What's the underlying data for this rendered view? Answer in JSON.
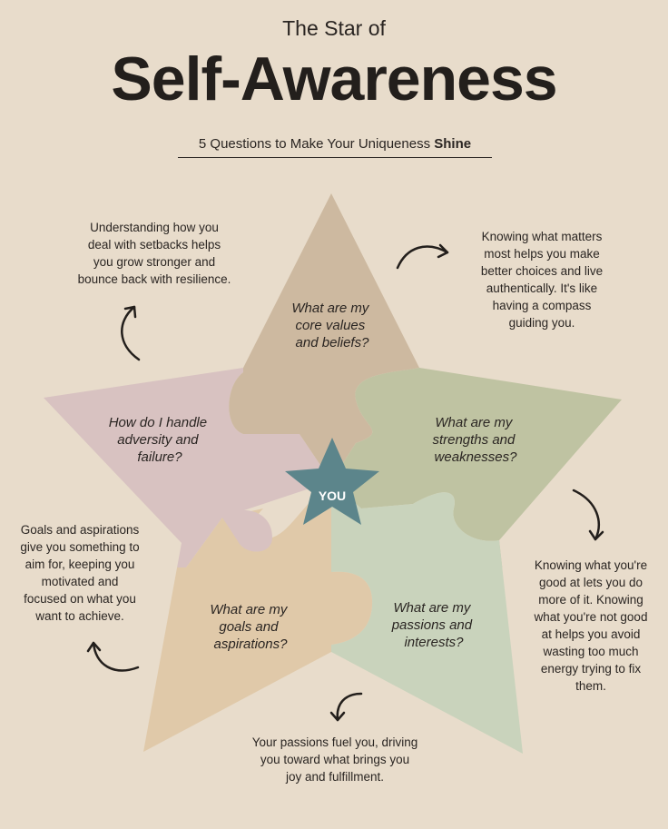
{
  "header": {
    "kicker": "The Star of",
    "title": "Self-Awareness",
    "tagline_prefix": "5 Questions to Make Your Uniqueness ",
    "tagline_emphasis": "Shine"
  },
  "center_label": "YOU",
  "colors": {
    "background": "#e8dccb",
    "top_piece": "#cdb9a0",
    "right_piece": "#bfc3a2",
    "bottom_right_piece": "#c9d3bc",
    "bottom_left_piece": "#e0c9a9",
    "left_piece": "#d8c2c1",
    "center_star": "#5c858b"
  },
  "questions": {
    "values": [
      "What are my",
      "core values",
      "and beliefs?"
    ],
    "strengths": [
      "What are my",
      "strengths and",
      "weaknesses?"
    ],
    "passions": [
      "What are my",
      "passions and",
      "interests?"
    ],
    "goals": [
      "What are my",
      "goals and",
      "aspirations?"
    ],
    "adversity": [
      "How do I handle",
      "adversity and",
      "failure?"
    ]
  },
  "descriptions": {
    "adversity": [
      "Understanding how you",
      "deal with setbacks helps",
      "you grow stronger and",
      "bounce back with resilience."
    ],
    "values": [
      "Knowing what matters",
      "most helps you make",
      "better choices and live",
      "authentically. It's like",
      "having a compass",
      "guiding you."
    ],
    "goals": [
      "Goals and aspirations",
      "give you something to",
      "aim for, keeping you",
      "motivated and",
      "focused on what you",
      "want to achieve."
    ],
    "strengths": [
      "Knowing what you're",
      "good at lets you do",
      "more of it. Knowing",
      "what you're not good",
      "at helps you avoid",
      "wasting too much",
      "energy trying to fix",
      "them."
    ],
    "passions": [
      "Your passions fuel you, driving",
      "you toward what brings you",
      "joy and fulfillment."
    ]
  }
}
